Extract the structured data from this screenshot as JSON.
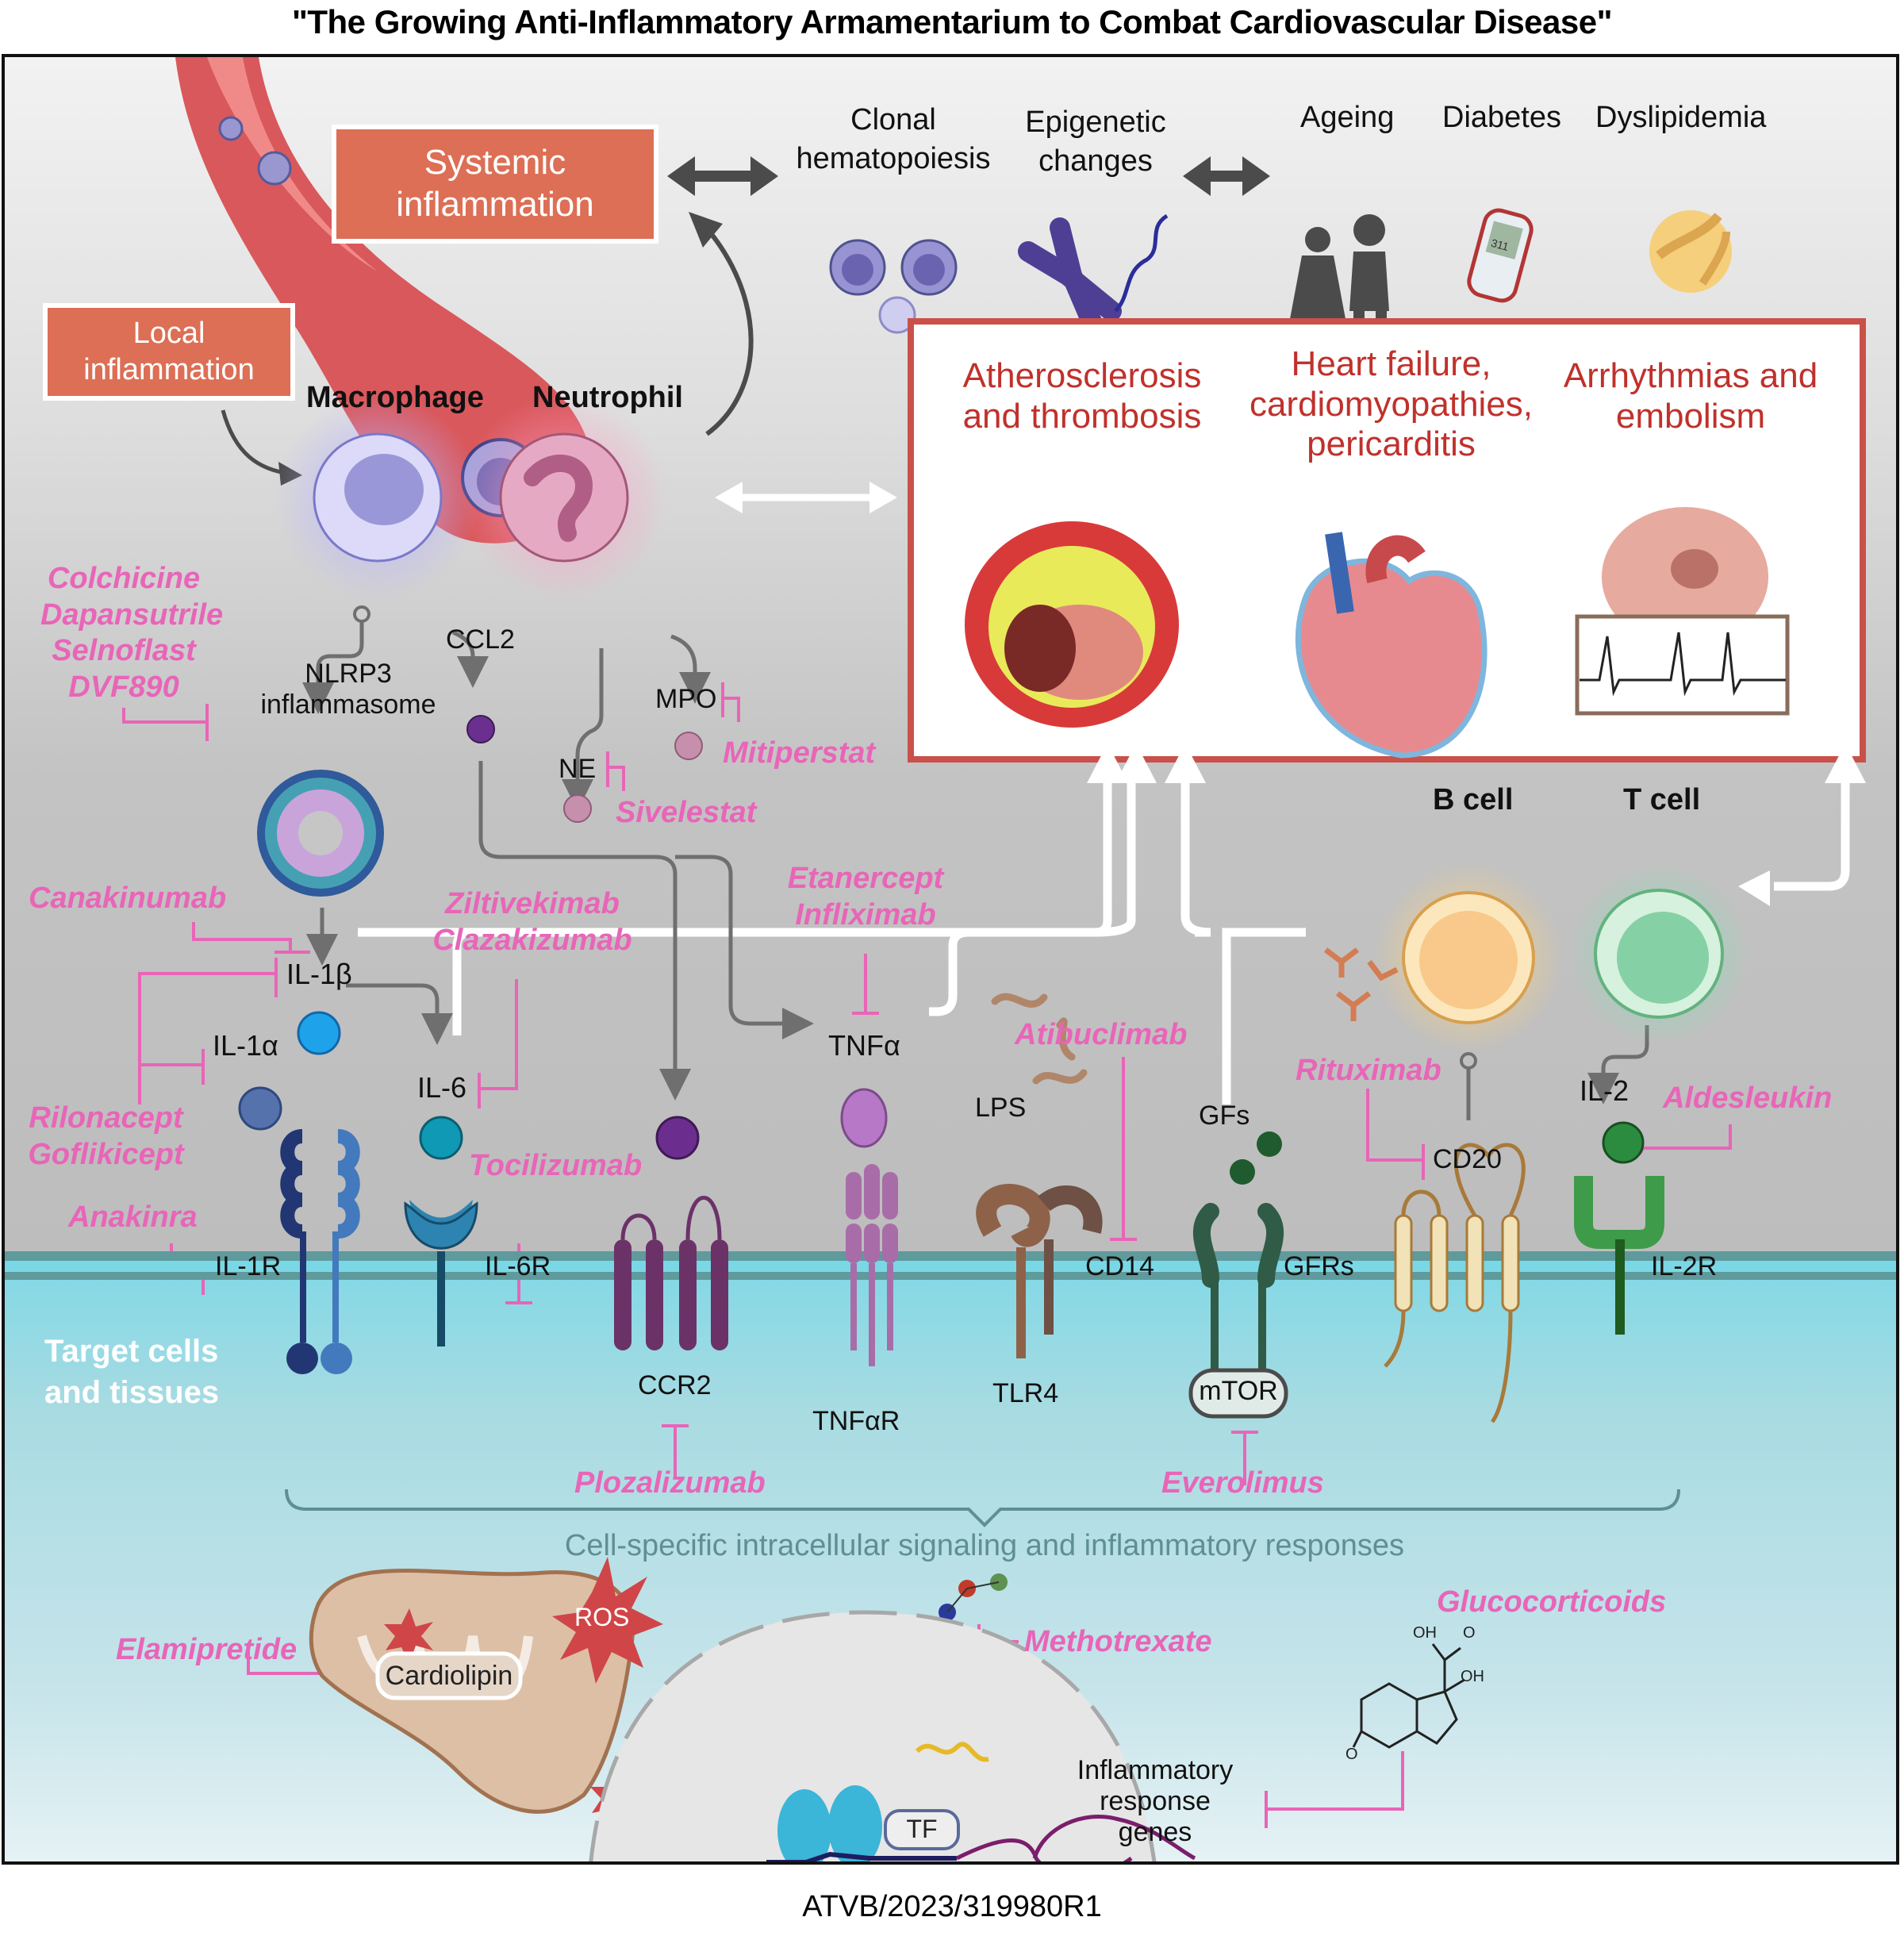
{
  "title": "\"The Growing Anti-Inflammatory Armamentarium to Combat Cardiovascular Disease\"",
  "footer_id": "ATVB/2023/319980R1",
  "colors": {
    "drug": "#e865b8",
    "box_fill": "#dc6f55",
    "disease_text": "#c0312c",
    "arrow_gray": "#6f6f6f",
    "membrane_teal": "#5f9a9c"
  },
  "inflammation_boxes": {
    "systemic": "Systemic inflammation",
    "local": "Local inflammation"
  },
  "risk_factors": {
    "clonal": "Clonal hematopoiesis",
    "epigenetic": "Epigenetic changes",
    "ageing": "Ageing",
    "diabetes": "Diabetes",
    "dyslipidemia": "Dyslipidemia",
    "glucometer_reading": "311"
  },
  "cells": {
    "macrophage": "Macrophage",
    "neutrophil": "Neutrophil",
    "b_cell": "B cell",
    "t_cell": "T cell"
  },
  "diseases": [
    {
      "label": "Atherosclerosis and thrombosis"
    },
    {
      "label": "Heart failure, cardiomyopathies, pericarditis"
    },
    {
      "label": "Arrhythmias and embolism"
    }
  ],
  "mediators": {
    "nlrp3": "NLRP3 inflammasome",
    "ccl2": "CCL2",
    "mpo": "MPO",
    "ne": "NE",
    "il1b": "IL-1β",
    "il1a": "IL-1α",
    "il6": "IL-6",
    "tnfa": "TNFα",
    "lps": "LPS",
    "gfs": "GFs",
    "il2": "IL-2"
  },
  "receptors": {
    "il1r": "IL-1R",
    "il6r": "IL-6R",
    "ccr2": "CCR2",
    "tnfar": "TNFαR",
    "tlr4": "TLR4",
    "cd14": "CD14",
    "gfrs": "GFRs",
    "mtor": "mTOR",
    "cd20": "CD20",
    "il2r": "IL-2R"
  },
  "drugs": {
    "nlrp3_inhibitors": "Colchicine\nDapansutrile\nSelnoflast\nDVF890",
    "mitiperstat": "Mitiperstat",
    "sivelestat": "Sivelestat",
    "canakinumab": "Canakinumab",
    "il6_inhibitors": "Ziltivekimab\nClazakizumab",
    "tnf_inhibitors": "Etanercept\nInfliximab",
    "il1_traps": "Rilonacept\nGoflikicept",
    "anakinra": "Anakinra",
    "tocilizumab": "Tocilizumab",
    "atibuclimab": "Atibuclimab",
    "rituximab": "Rituximab",
    "aldesleukin": "Aldesleukin",
    "plozalizumab": "Plozalizumab",
    "everolimus": "Everolimus",
    "elamipretide": "Elamipretide",
    "methotrexate": "Methotrexate",
    "glucocorticoids": "Glucocorticoids"
  },
  "lower": {
    "target_cells": "Target cells\nand tissues",
    "signaling": "Cell-specific intracellular signaling and inflammatory responses",
    "cardiolipin": "Cardiolipin",
    "ros": "ROS",
    "tf": "TF",
    "genes": "Inflammatory\nresponse\ngenes",
    "gc_oh1": "OH",
    "gc_o": "O",
    "gc_oh2": "OH",
    "gc_o2": "O"
  }
}
